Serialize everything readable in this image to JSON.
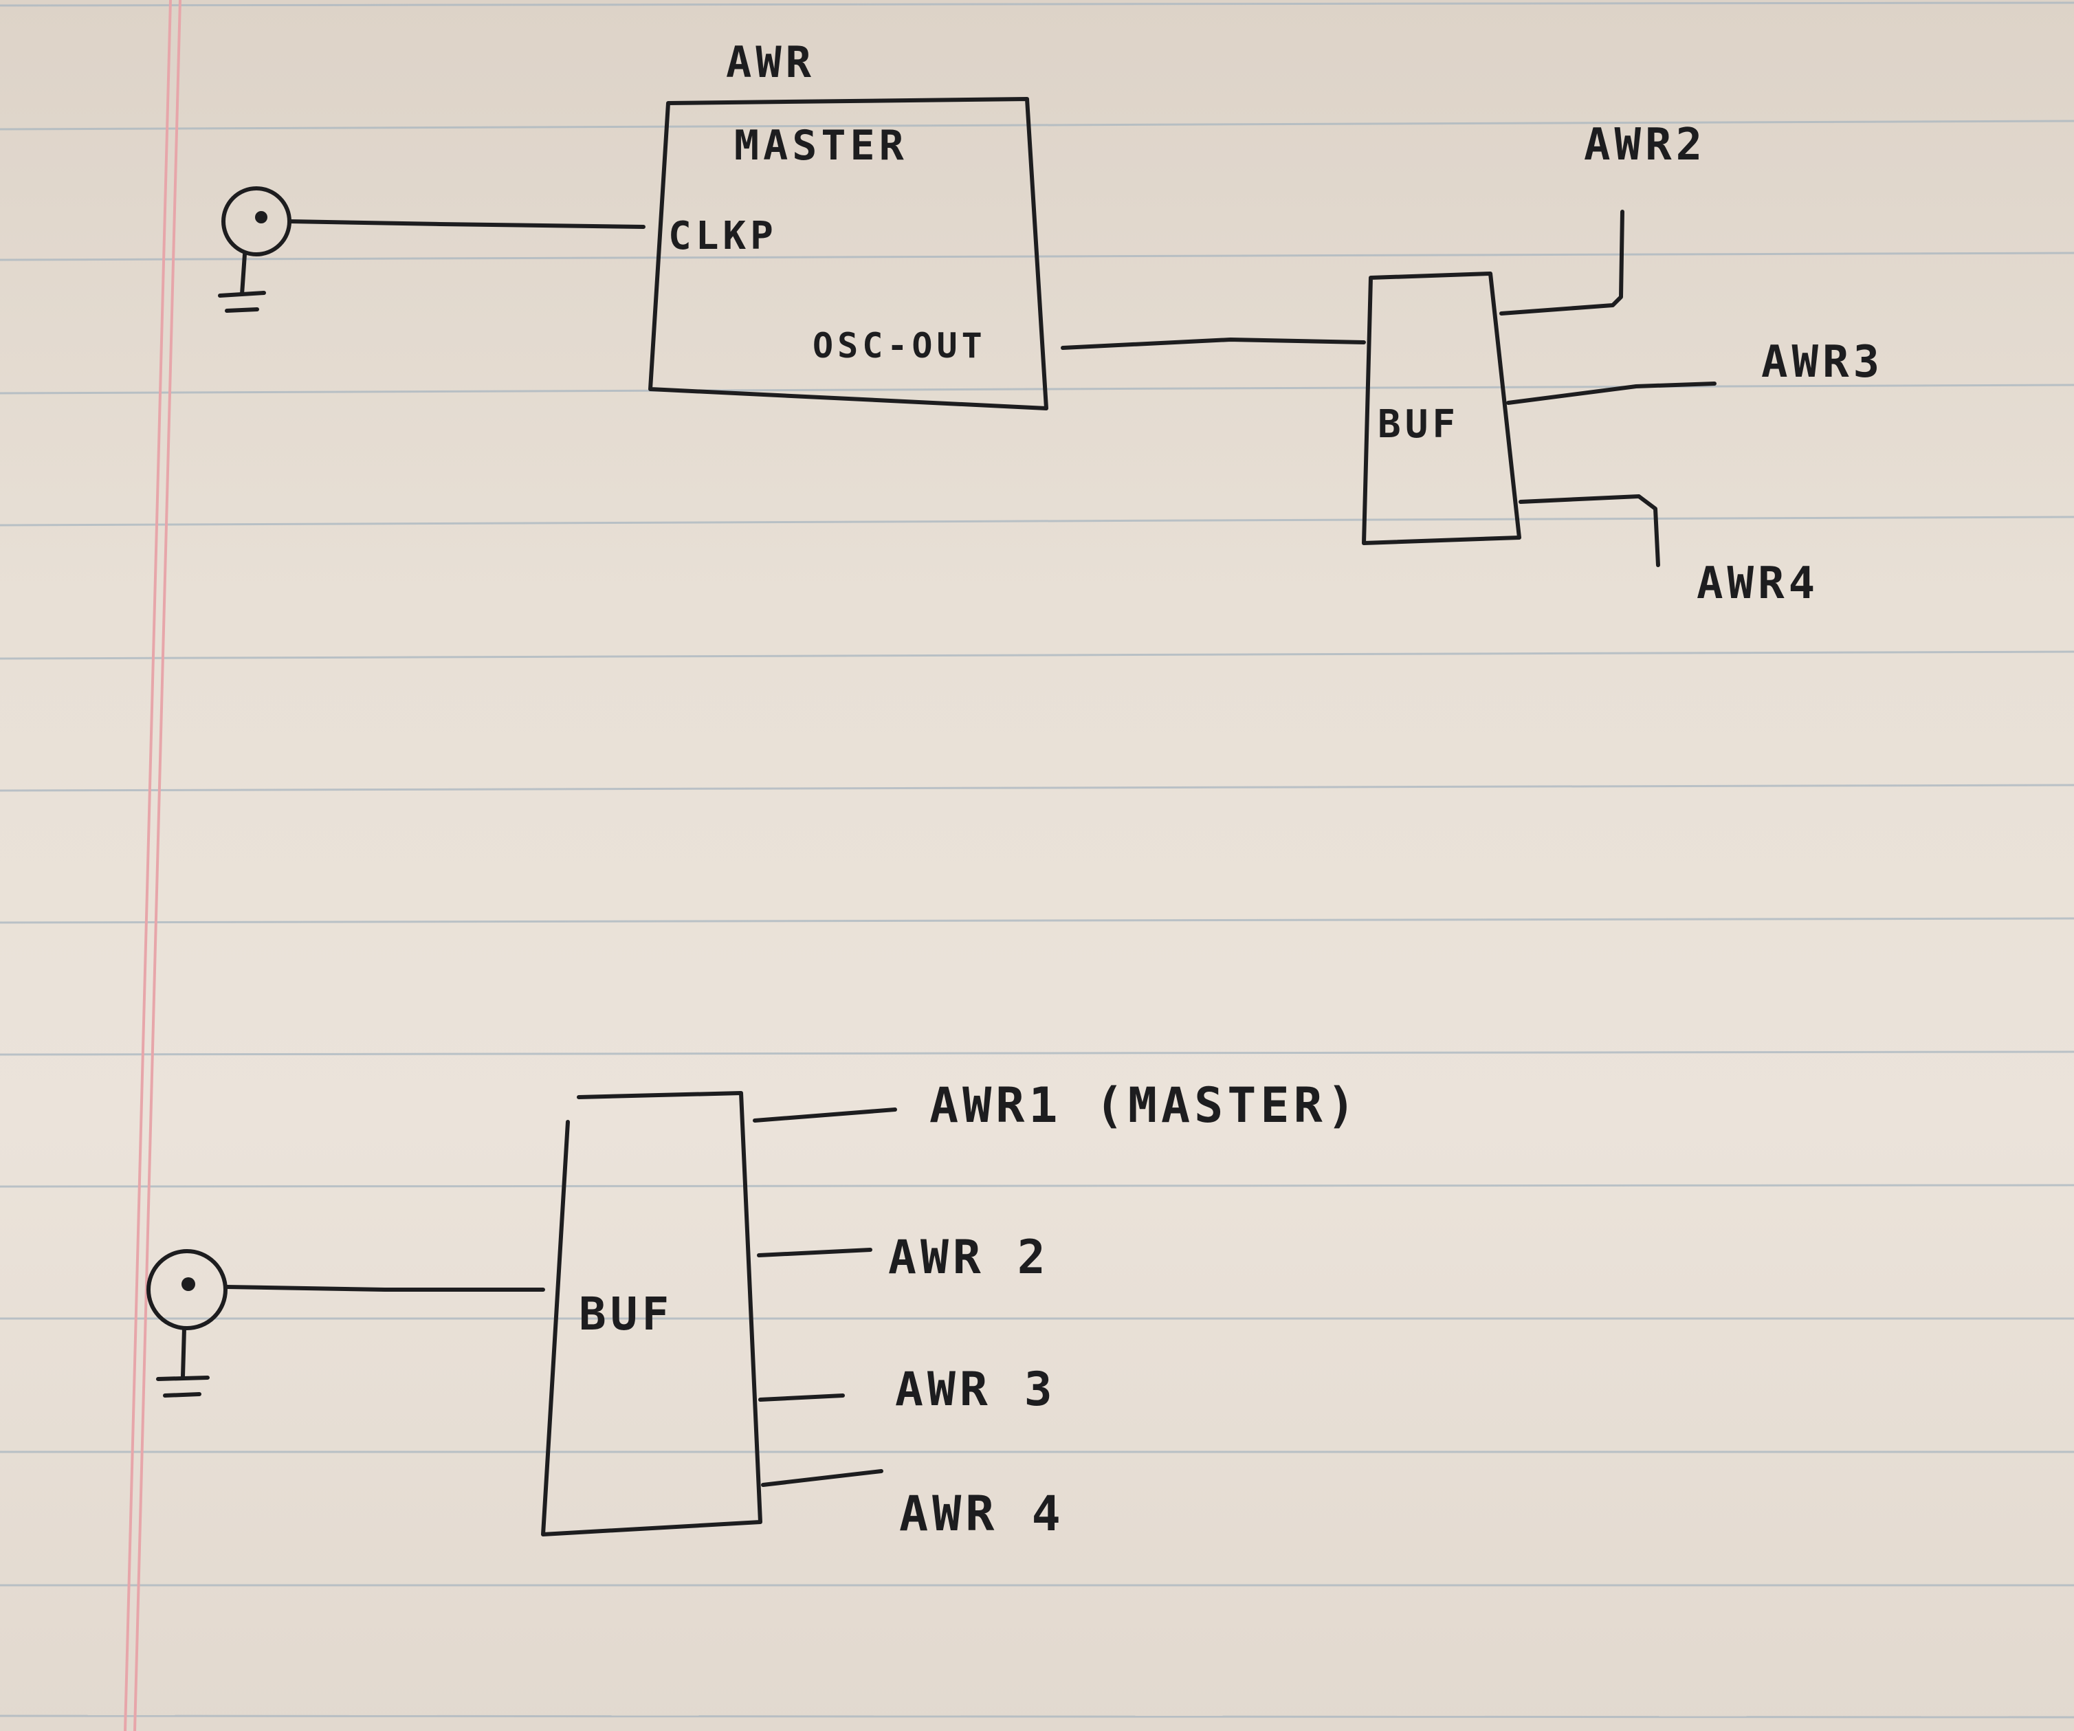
{
  "top_diagram": {
    "chip_label": "AWR",
    "chip_name": "MASTER",
    "input_pin": "CLKP",
    "output_pin": "OSC-OUT",
    "buffer_label": "BUF",
    "outputs": [
      "AWR2",
      "AWR3",
      "AWR4"
    ]
  },
  "bottom_diagram": {
    "buffer_label": "BUF",
    "outputs": [
      "AWR1 (MASTER)",
      "AWR 2",
      "AWR 3",
      "AWR 4"
    ]
  },
  "colors": {
    "ink": "#1d1d1f",
    "paper": "#e8e0d6",
    "rule": "#a9b6c0",
    "margin": "#e7a6aa"
  }
}
